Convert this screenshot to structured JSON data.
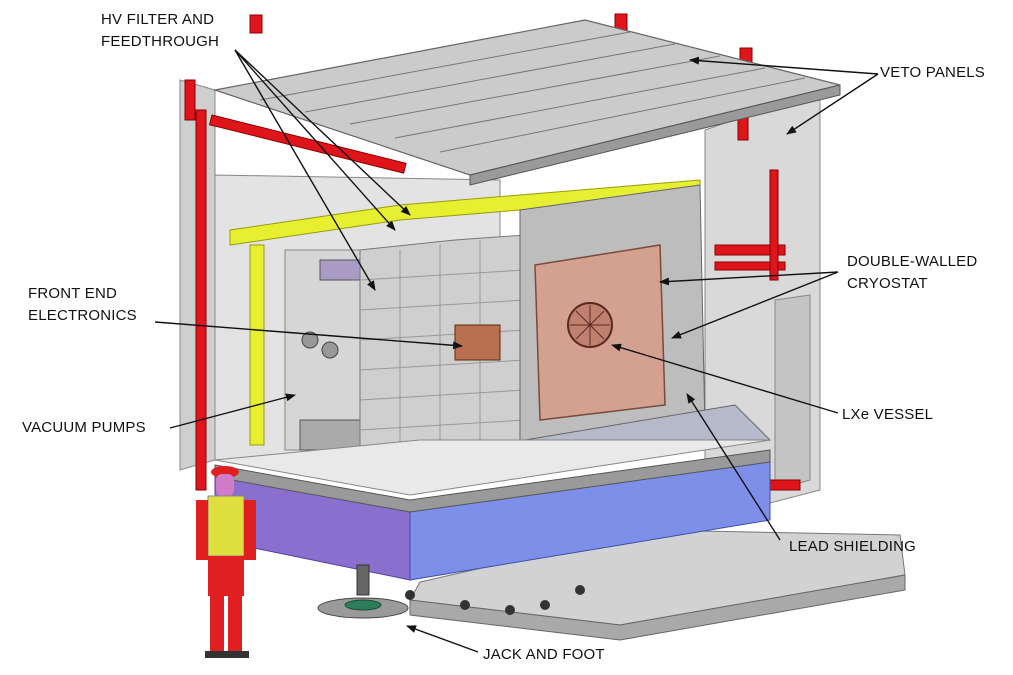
{
  "labels": {
    "hv_filter_line1": "HV FILTER AND",
    "hv_filter_line2": "FEEDTHROUGH",
    "veto_panels": "VETO PANELS",
    "front_end_line1": "FRONT END",
    "front_end_line2": "ELECTRONICS",
    "double_walled_line1": "DOUBLE-WALLED",
    "double_walled_line2": "CRYOSTAT",
    "vacuum_pumps": "VACUUM PUMPS",
    "lxe_vessel": "LXe VESSEL",
    "lead_shielding": "LEAD SHIELDING",
    "jack_and_foot": "JACK AND FOOT"
  },
  "colors": {
    "frame_red": "#e0141b",
    "rail_yellow": "#e6f030",
    "base_violet": "#8a6fcf",
    "base_blue": "#7d8fe8",
    "cryostat_copper": "#d4a090",
    "panel_gray": "#c9c9c9",
    "person_red": "#e02020",
    "person_vest": "#dfe040"
  }
}
